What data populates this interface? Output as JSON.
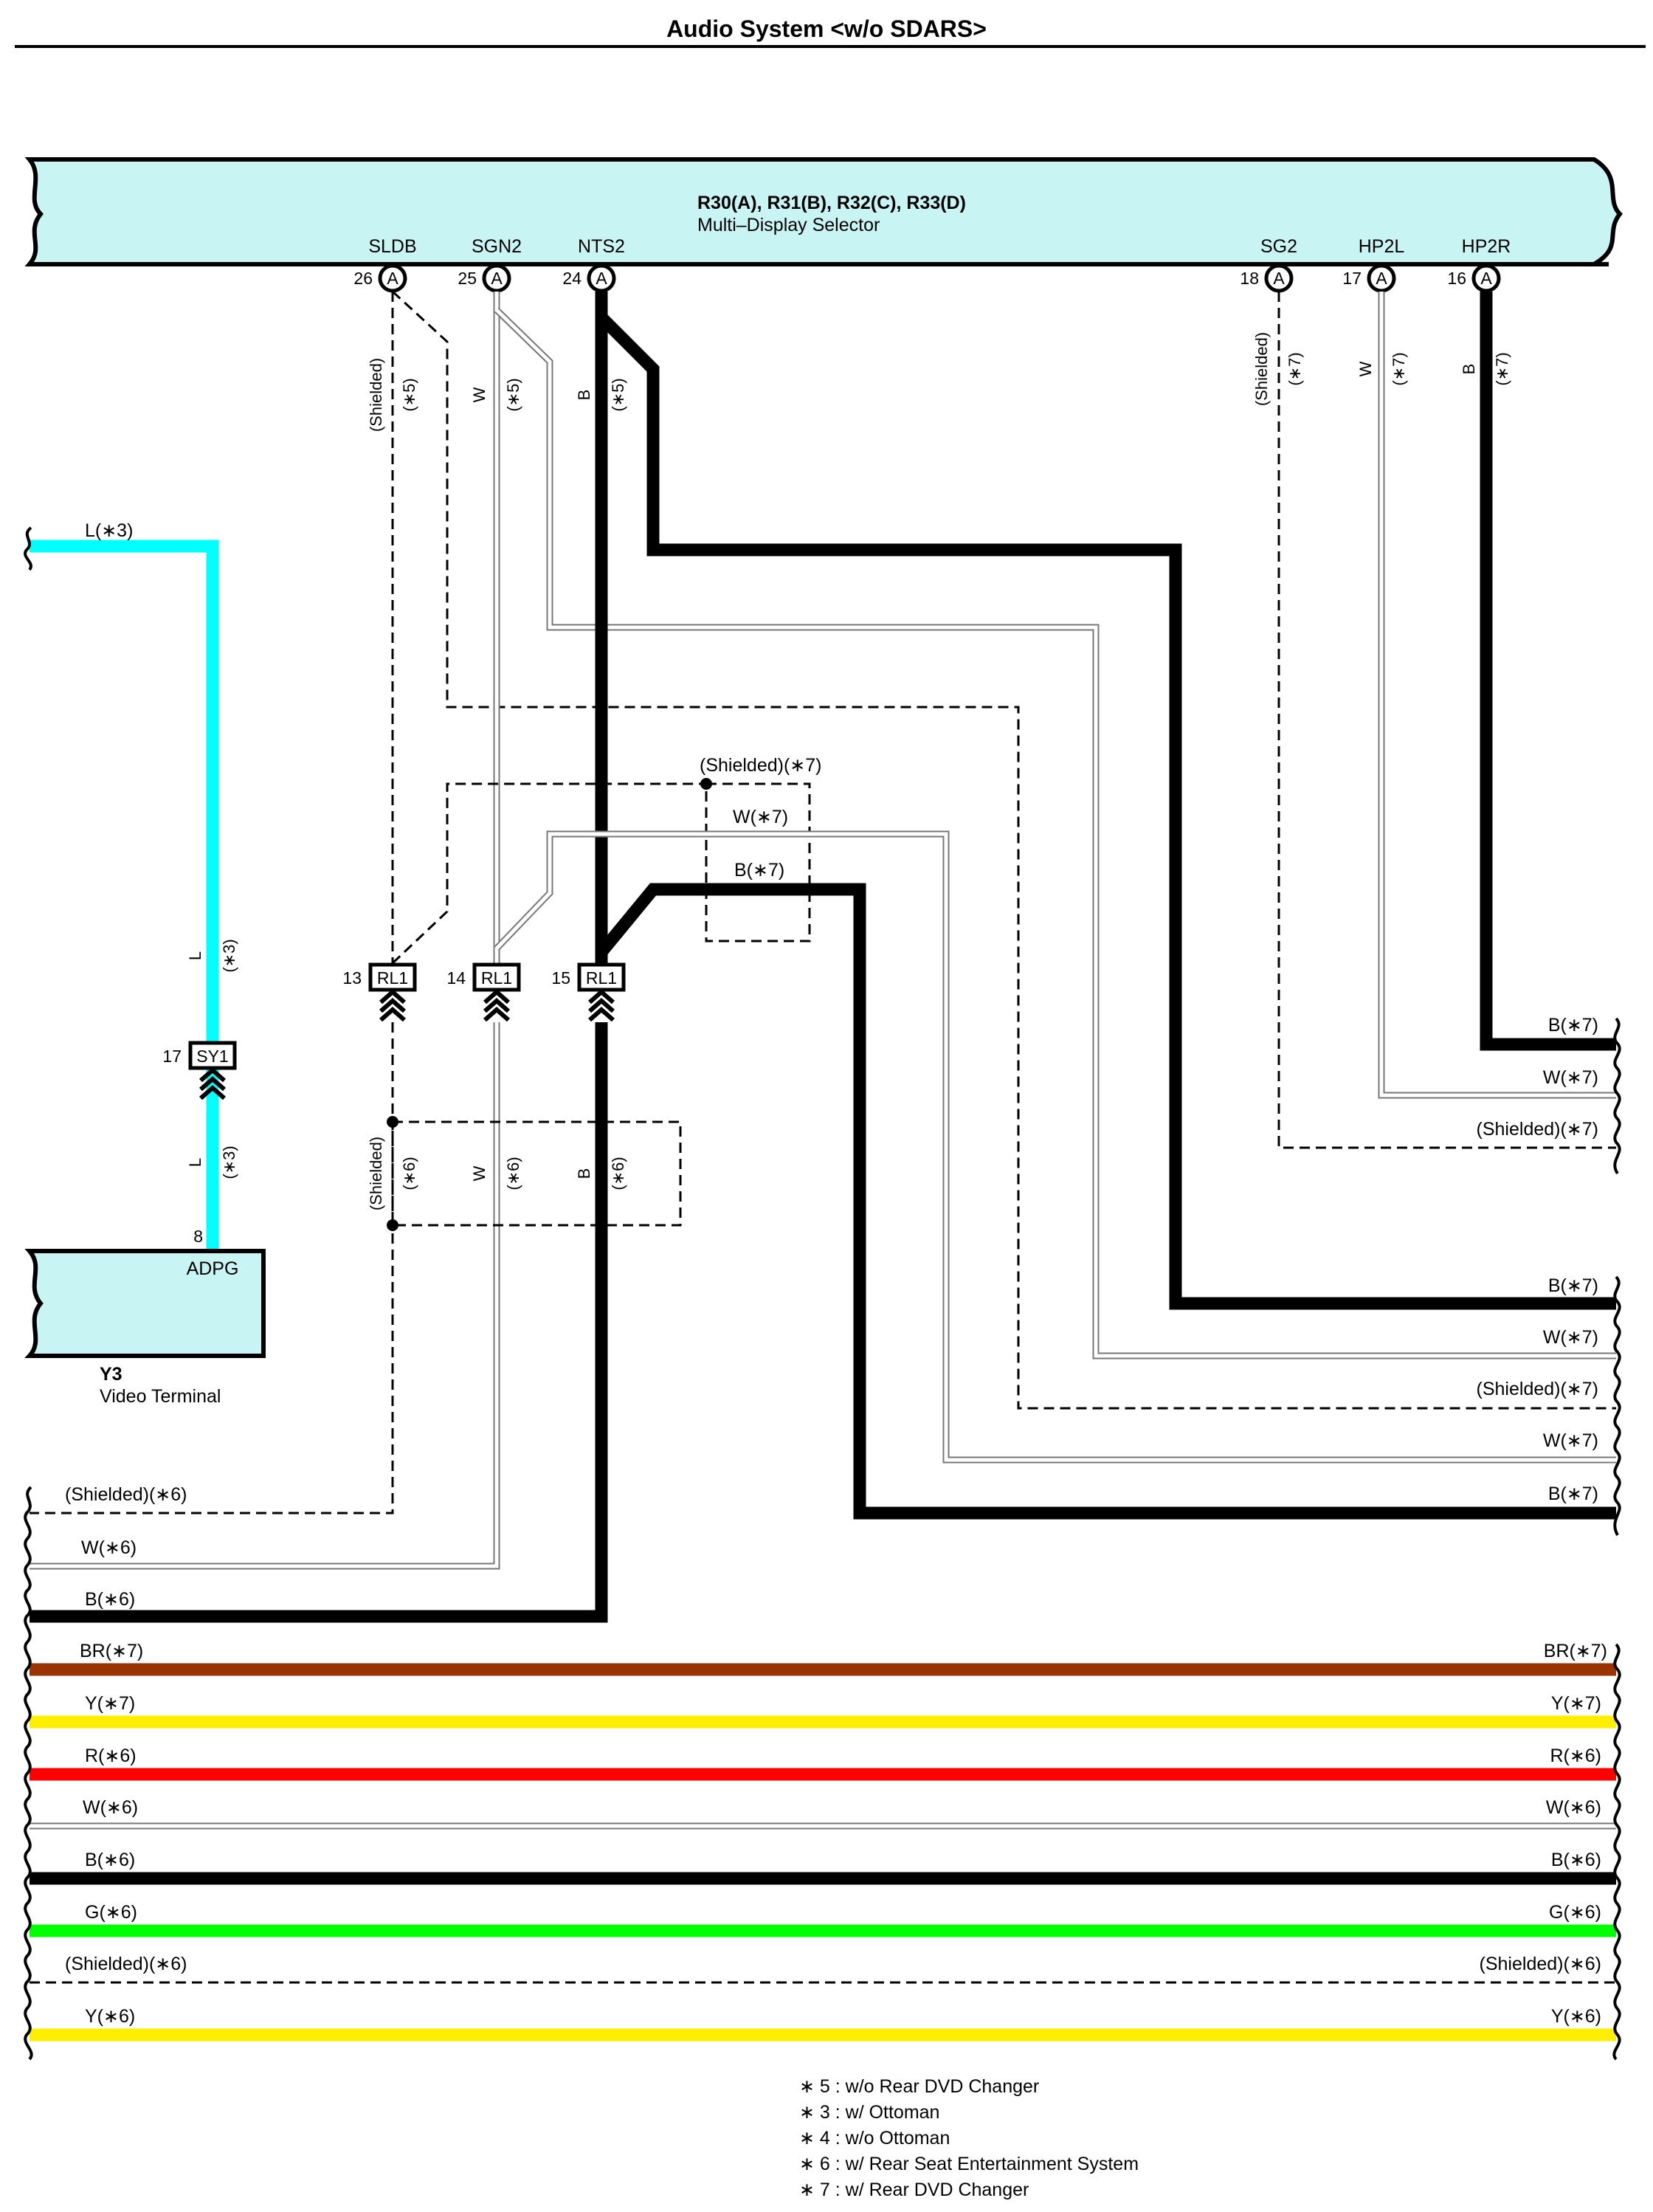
{
  "page": {
    "title": "Audio System <w/o SDARS>"
  },
  "components": {
    "mds": {
      "ref": "R30(A), R31(B), R32(C), R33(D)",
      "name": "Multi–Display Selector",
      "fill": "#c9f4f4",
      "pins": [
        {
          "id": "SLDB",
          "number": "26",
          "conn": "A"
        },
        {
          "id": "SGN2",
          "number": "25",
          "conn": "A"
        },
        {
          "id": "NTS2",
          "number": "24",
          "conn": "A"
        },
        {
          "id": "SG2",
          "number": "18",
          "conn": "A"
        },
        {
          "id": "HP2L",
          "number": "17",
          "conn": "A"
        },
        {
          "id": "HP2R",
          "number": "16",
          "conn": "A"
        }
      ]
    },
    "video_terminal": {
      "ref": "Y3",
      "name": "Video Terminal",
      "pin_name": "ADPG",
      "pin_number": "8",
      "fill": "#c9f4f4"
    },
    "junctions": [
      {
        "number": "13",
        "label": "RL1"
      },
      {
        "number": "14",
        "label": "RL1"
      },
      {
        "number": "15",
        "label": "RL1"
      },
      {
        "number": "17",
        "label": "SY1"
      }
    ]
  },
  "wire_labels": {
    "shielded": "(Shielded)",
    "w": "W",
    "b": "B",
    "l": "L",
    "n5": "(∗5)",
    "n6": "(∗6)",
    "n7": "(∗7)",
    "n3": "(∗3)",
    "l3": "L(∗3)",
    "shielded7": "(Shielded)(∗7)",
    "w7": "W(∗7)",
    "b7": "B(∗7)",
    "shielded6": "(Shielded)(∗6)",
    "w6": "W(∗6)",
    "b6": "B(∗6)",
    "br7": "BR(∗7)",
    "y7": "Y(∗7)",
    "r6": "R(∗6)",
    "g6": "G(∗6)",
    "y6": "Y(∗6)"
  },
  "colors": {
    "L": "#00ffff",
    "B": "#000000",
    "W": "#9a9a9a",
    "BR": "#993300",
    "Y": "#ffee00",
    "R": "#ff0000",
    "G": "#00ff00"
  },
  "notes": [
    "∗ 5 : w/o Rear DVD Changer",
    "∗ 3 : w/ Ottoman",
    "∗ 4 : w/o Ottoman",
    "∗ 6 : w/ Rear Seat Entertainment System",
    "∗ 7 : w/ Rear DVD Changer"
  ]
}
